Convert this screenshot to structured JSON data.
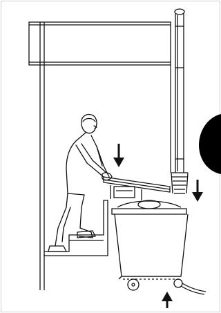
{
  "illustration": {
    "subject": "worker-at-chute-with-waste-bin",
    "colors": {
      "background": "#ffffff",
      "ink": "#111111",
      "frame": "#cfcfcf",
      "blob": "#000000"
    },
    "arrows": [
      {
        "name": "arrow-down-near-chute",
        "direction": "down"
      },
      {
        "name": "arrow-down-bin-lid",
        "direction": "down"
      },
      {
        "name": "arrow-up-bin-wheel",
        "direction": "up"
      }
    ]
  }
}
